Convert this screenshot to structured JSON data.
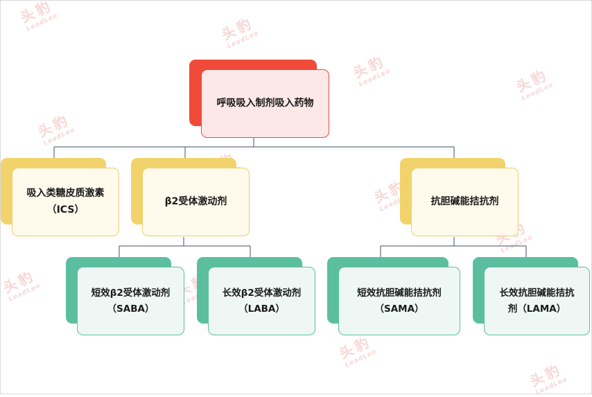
{
  "watermark": {
    "text": "头豹",
    "sub": "LeadLeo"
  },
  "root": {
    "label": "呼吸吸入制剂吸入药物"
  },
  "categories": [
    {
      "label": "吸入类糖皮质激素\n（ICS）"
    },
    {
      "label": "β2受体激动剂"
    },
    {
      "label": "抗胆碱能拮抗剂"
    }
  ],
  "subcategories": [
    {
      "label": "短效β2受体激动剂\n（SABA）"
    },
    {
      "label": "长效β2受体激动剂\n（LABA）"
    },
    {
      "label": "短效抗胆碱能拮抗剂\n（SAMA）"
    },
    {
      "label": "长效抗胆碱能拮抗\n剂（LAMA）"
    }
  ]
}
